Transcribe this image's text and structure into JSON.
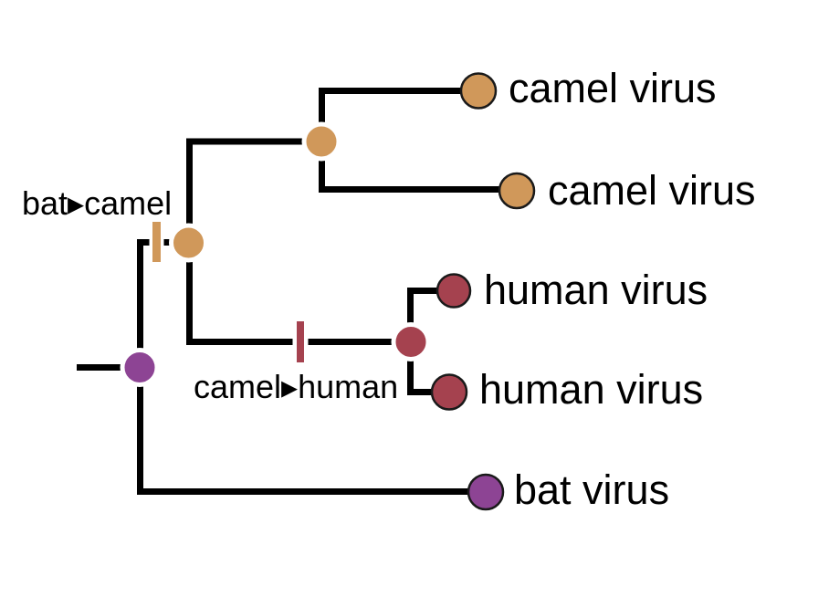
{
  "colors": {
    "camel": "#D0985A",
    "human": "#A5424F",
    "bat": "#8D4494",
    "branch": "#000000"
  },
  "diagram": {
    "tips": [
      {
        "label": "camel virus",
        "host": "camel"
      },
      {
        "label": "camel virus",
        "host": "camel"
      },
      {
        "label": "human virus",
        "host": "human"
      },
      {
        "label": "human virus",
        "host": "human"
      },
      {
        "label": "bat virus",
        "host": "bat"
      }
    ],
    "transitions": [
      {
        "label": "bat▸camel",
        "from": "bat",
        "to": "camel"
      },
      {
        "label": "camel▸human",
        "from": "camel",
        "to": "human"
      }
    ]
  }
}
